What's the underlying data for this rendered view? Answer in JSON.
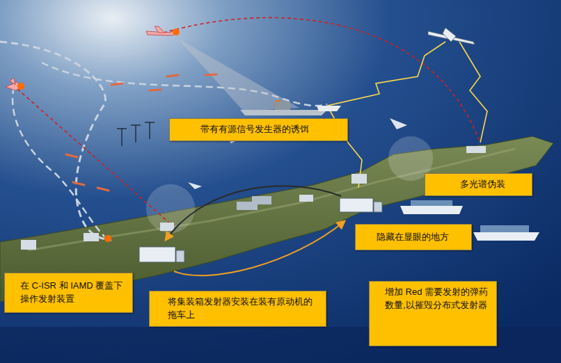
{
  "diagram": {
    "nodes": [
      {
        "text": [
          "带有有源信号发生器的诱饵"
        ]
      },
      {
        "text": [
          "多光谱伪装"
        ]
      },
      {
        "text": [
          "隐藏在显眼的地方"
        ]
      },
      {
        "text": [
          "在 C-ISR 和 IAMD 覆盖下操作发射装置"
        ]
      },
      {
        "text": [
          "将集装箱发射器安装在装有原动机的拖车上"
        ]
      },
      {
        "text": [
          "增加 Red 需要发射的弹药数量,以摧毁分布式发射器"
        ]
      }
    ]
  }
}
